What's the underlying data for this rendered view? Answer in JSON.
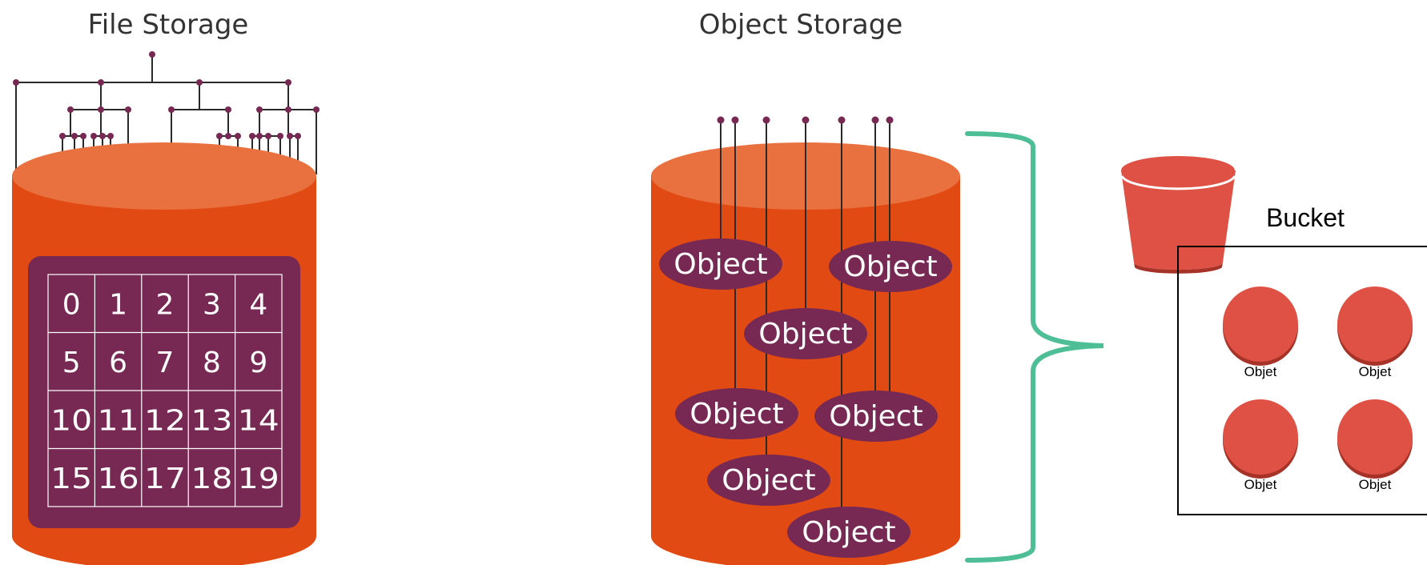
{
  "titles": {
    "file_storage": "File Storage",
    "object_storage": "Object Storage"
  },
  "file_grid": [
    [
      "0",
      "1",
      "2",
      "3",
      "4"
    ],
    [
      "5",
      "6",
      "7",
      "8",
      "9"
    ],
    [
      "10",
      "11",
      "12",
      "13",
      "14"
    ],
    [
      "15",
      "16",
      "17",
      "18",
      "19"
    ]
  ],
  "objects": [
    "Object",
    "Object",
    "Object",
    "Object",
    "Object",
    "Object",
    "Object"
  ],
  "bucket": {
    "label": "Bucket",
    "items": [
      "Objet",
      "Objet",
      "Objet",
      "Objet"
    ]
  },
  "colors": {
    "cylinder_body": "#E24A13",
    "cylinder_top": "#E9703F",
    "panel": "#772953",
    "node": "#772953",
    "line": "#2a2a2a",
    "brace": "#4DBE96",
    "bucket_red": "#DE5144",
    "bucket_dark": "#A73228"
  }
}
